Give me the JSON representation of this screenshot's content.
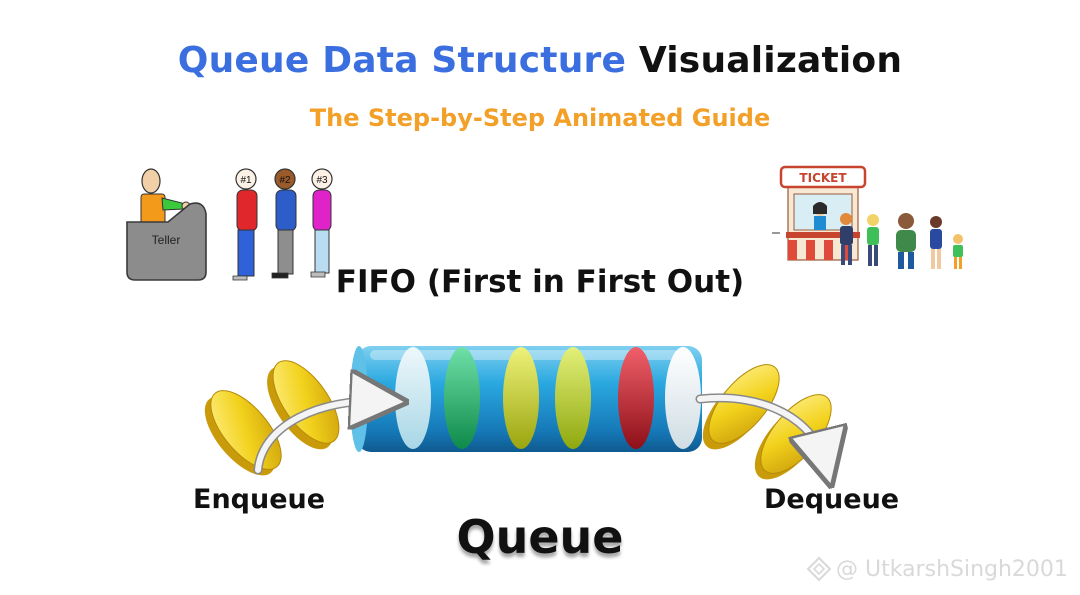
{
  "title": {
    "part1": "Queue Data Structure",
    "part2": "Visualization"
  },
  "subtitle": "The Step-by-Step Animated Guide",
  "left_scene": {
    "teller_label": "Teller",
    "people": [
      {
        "badge": "#1",
        "shirt": "#e0282c",
        "pants": "#2f62d8"
      },
      {
        "badge": "#2",
        "shirt": "#2d5dc9",
        "pants": "#8e8e8e"
      },
      {
        "badge": "#3",
        "shirt": "#e023c8",
        "pants": "#b9dcf2"
      }
    ]
  },
  "right_scene": {
    "booth_sign": "TICKET"
  },
  "fifo_label": "FIFO (First in First Out)",
  "enqueue_label": "Enqueue",
  "dequeue_label": "Dequeue",
  "queue_label": "Queue",
  "watermark": "@ UtkarshSingh2001",
  "colors": {
    "title_blue": "#3b6fe0",
    "subtitle_orange": "#f2a028",
    "tube_blue": "#2aa8e0",
    "coin_yellow": "#f2d21c",
    "discs": [
      "#cfe9f2",
      "#1fb36a",
      "#c9d81c",
      "#b9d81c",
      "#c8202c",
      "#ffffff"
    ]
  }
}
